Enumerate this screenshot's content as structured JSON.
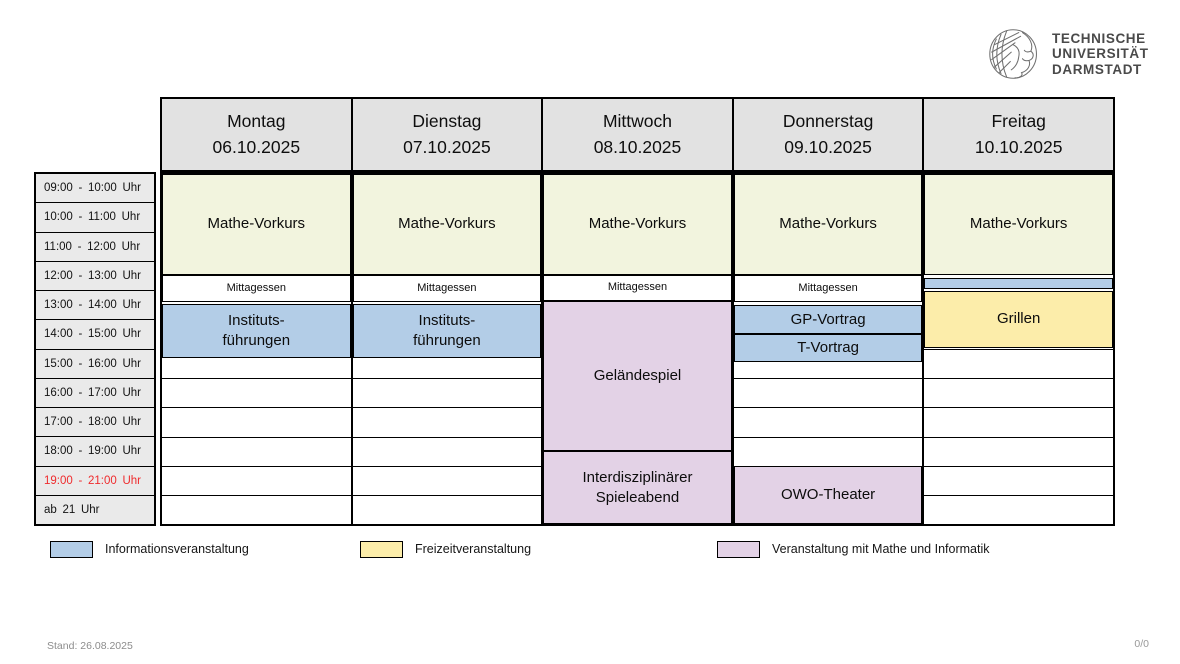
{
  "logo": {
    "lines": [
      "TECHNISCHE",
      "UNIVERSITÄT",
      "DARMSTADT"
    ]
  },
  "days": [
    {
      "name": "Montag",
      "date": "06.10.2025"
    },
    {
      "name": "Dienstag",
      "date": "07.10.2025"
    },
    {
      "name": "Mittwoch",
      "date": "08.10.2025"
    },
    {
      "name": "Donnerstag",
      "date": "09.10.2025"
    },
    {
      "name": "Freitag",
      "date": "10.10.2025"
    }
  ],
  "time_rows": [
    {
      "label": "09:00 - 10:00 Uhr"
    },
    {
      "label": "10:00 - 11:00 Uhr"
    },
    {
      "label": "11:00 - 12:00 Uhr"
    },
    {
      "label": "12:00 - 13:00 Uhr"
    },
    {
      "label": "13:00 - 14:00 Uhr"
    },
    {
      "label": "14:00 - 15:00 Uhr"
    },
    {
      "label": "15:00 - 16:00 Uhr"
    },
    {
      "label": "16:00 - 17:00 Uhr"
    },
    {
      "label": "17:00 - 18:00 Uhr"
    },
    {
      "label": "18:00 - 19:00 Uhr"
    },
    {
      "label": "19:00 - 21:00 Uhr",
      "red": true
    },
    {
      "label": "ab 21 Uhr"
    }
  ],
  "event_types": {
    "vorkurs": {
      "color": "#f2f4de",
      "legend": ""
    },
    "info": {
      "color": "#b3cde7",
      "legend": "Informationsveranstaltung"
    },
    "frei": {
      "color": "#fcedaa",
      "legend": "Freizeitveranstaltung"
    },
    "mathe_info": {
      "color": "#e3d2e6",
      "legend": "Veranstaltung mit Mathe und Informatik"
    },
    "lunch": {
      "color": "#ffffff",
      "legend": ""
    }
  },
  "events": [
    {
      "day": 0,
      "type": "vorkurs",
      "label": "Mathe-Vorkurs",
      "start": 0,
      "end": 3.45
    },
    {
      "day": 0,
      "type": "lunch",
      "label": "Mittagessen",
      "start": 3.45,
      "end": 4.4
    },
    {
      "day": 0,
      "type": "info",
      "label": "Instituts-\nführungen",
      "start": 4.45,
      "end": 6.3
    },
    {
      "day": 1,
      "type": "vorkurs",
      "label": "Mathe-Vorkurs",
      "start": 0,
      "end": 3.45
    },
    {
      "day": 1,
      "type": "lunch",
      "label": "Mittagessen",
      "start": 3.45,
      "end": 4.4
    },
    {
      "day": 1,
      "type": "info",
      "label": "Instituts-\nführungen",
      "start": 4.45,
      "end": 6.3
    },
    {
      "day": 2,
      "type": "vorkurs",
      "label": "Mathe-Vorkurs",
      "start": 0,
      "end": 3.45
    },
    {
      "day": 2,
      "type": "lunch",
      "label": "Mittagessen",
      "start": 3.45,
      "end": 4.35
    },
    {
      "day": 2,
      "type": "mathe_info",
      "label": "Geländespiel",
      "start": 4.35,
      "end": 9.5
    },
    {
      "day": 2,
      "type": "mathe_info",
      "label": "Interdisziplinärer\nSpieleabend",
      "start": 9.5,
      "end": 12
    },
    {
      "day": 3,
      "type": "vorkurs",
      "label": "Mathe-Vorkurs",
      "start": 0,
      "end": 3.45
    },
    {
      "day": 3,
      "type": "lunch",
      "label": "Mittagessen",
      "start": 3.45,
      "end": 4.4
    },
    {
      "day": 3,
      "type": "info",
      "label": "GP-Vortrag",
      "start": 4.5,
      "end": 5.5
    },
    {
      "day": 3,
      "type": "info",
      "label": "T-Vortrag",
      "start": 5.5,
      "end": 6.45
    },
    {
      "day": 3,
      "type": "mathe_info",
      "label": "OWO-Theater",
      "start": 10,
      "end": 12
    },
    {
      "day": 4,
      "type": "vorkurs",
      "label": "Mathe-Vorkurs",
      "start": 0,
      "end": 3.45
    },
    {
      "day": 4,
      "type": "info",
      "label": "",
      "start": 3.55,
      "end": 3.95
    },
    {
      "day": 4,
      "type": "frei",
      "label": "Grillen",
      "start": 4.0,
      "end": 5.95
    }
  ],
  "legend": [
    {
      "type": "info",
      "label": "Informationsveranstaltung"
    },
    {
      "type": "frei",
      "label": "Freizeitveranstaltung"
    },
    {
      "type": "mathe_info",
      "label": "Veranstaltung mit Mathe und Informatik"
    }
  ],
  "footer": {
    "stand": "Stand: 26.08.2025",
    "page": "0/0"
  }
}
